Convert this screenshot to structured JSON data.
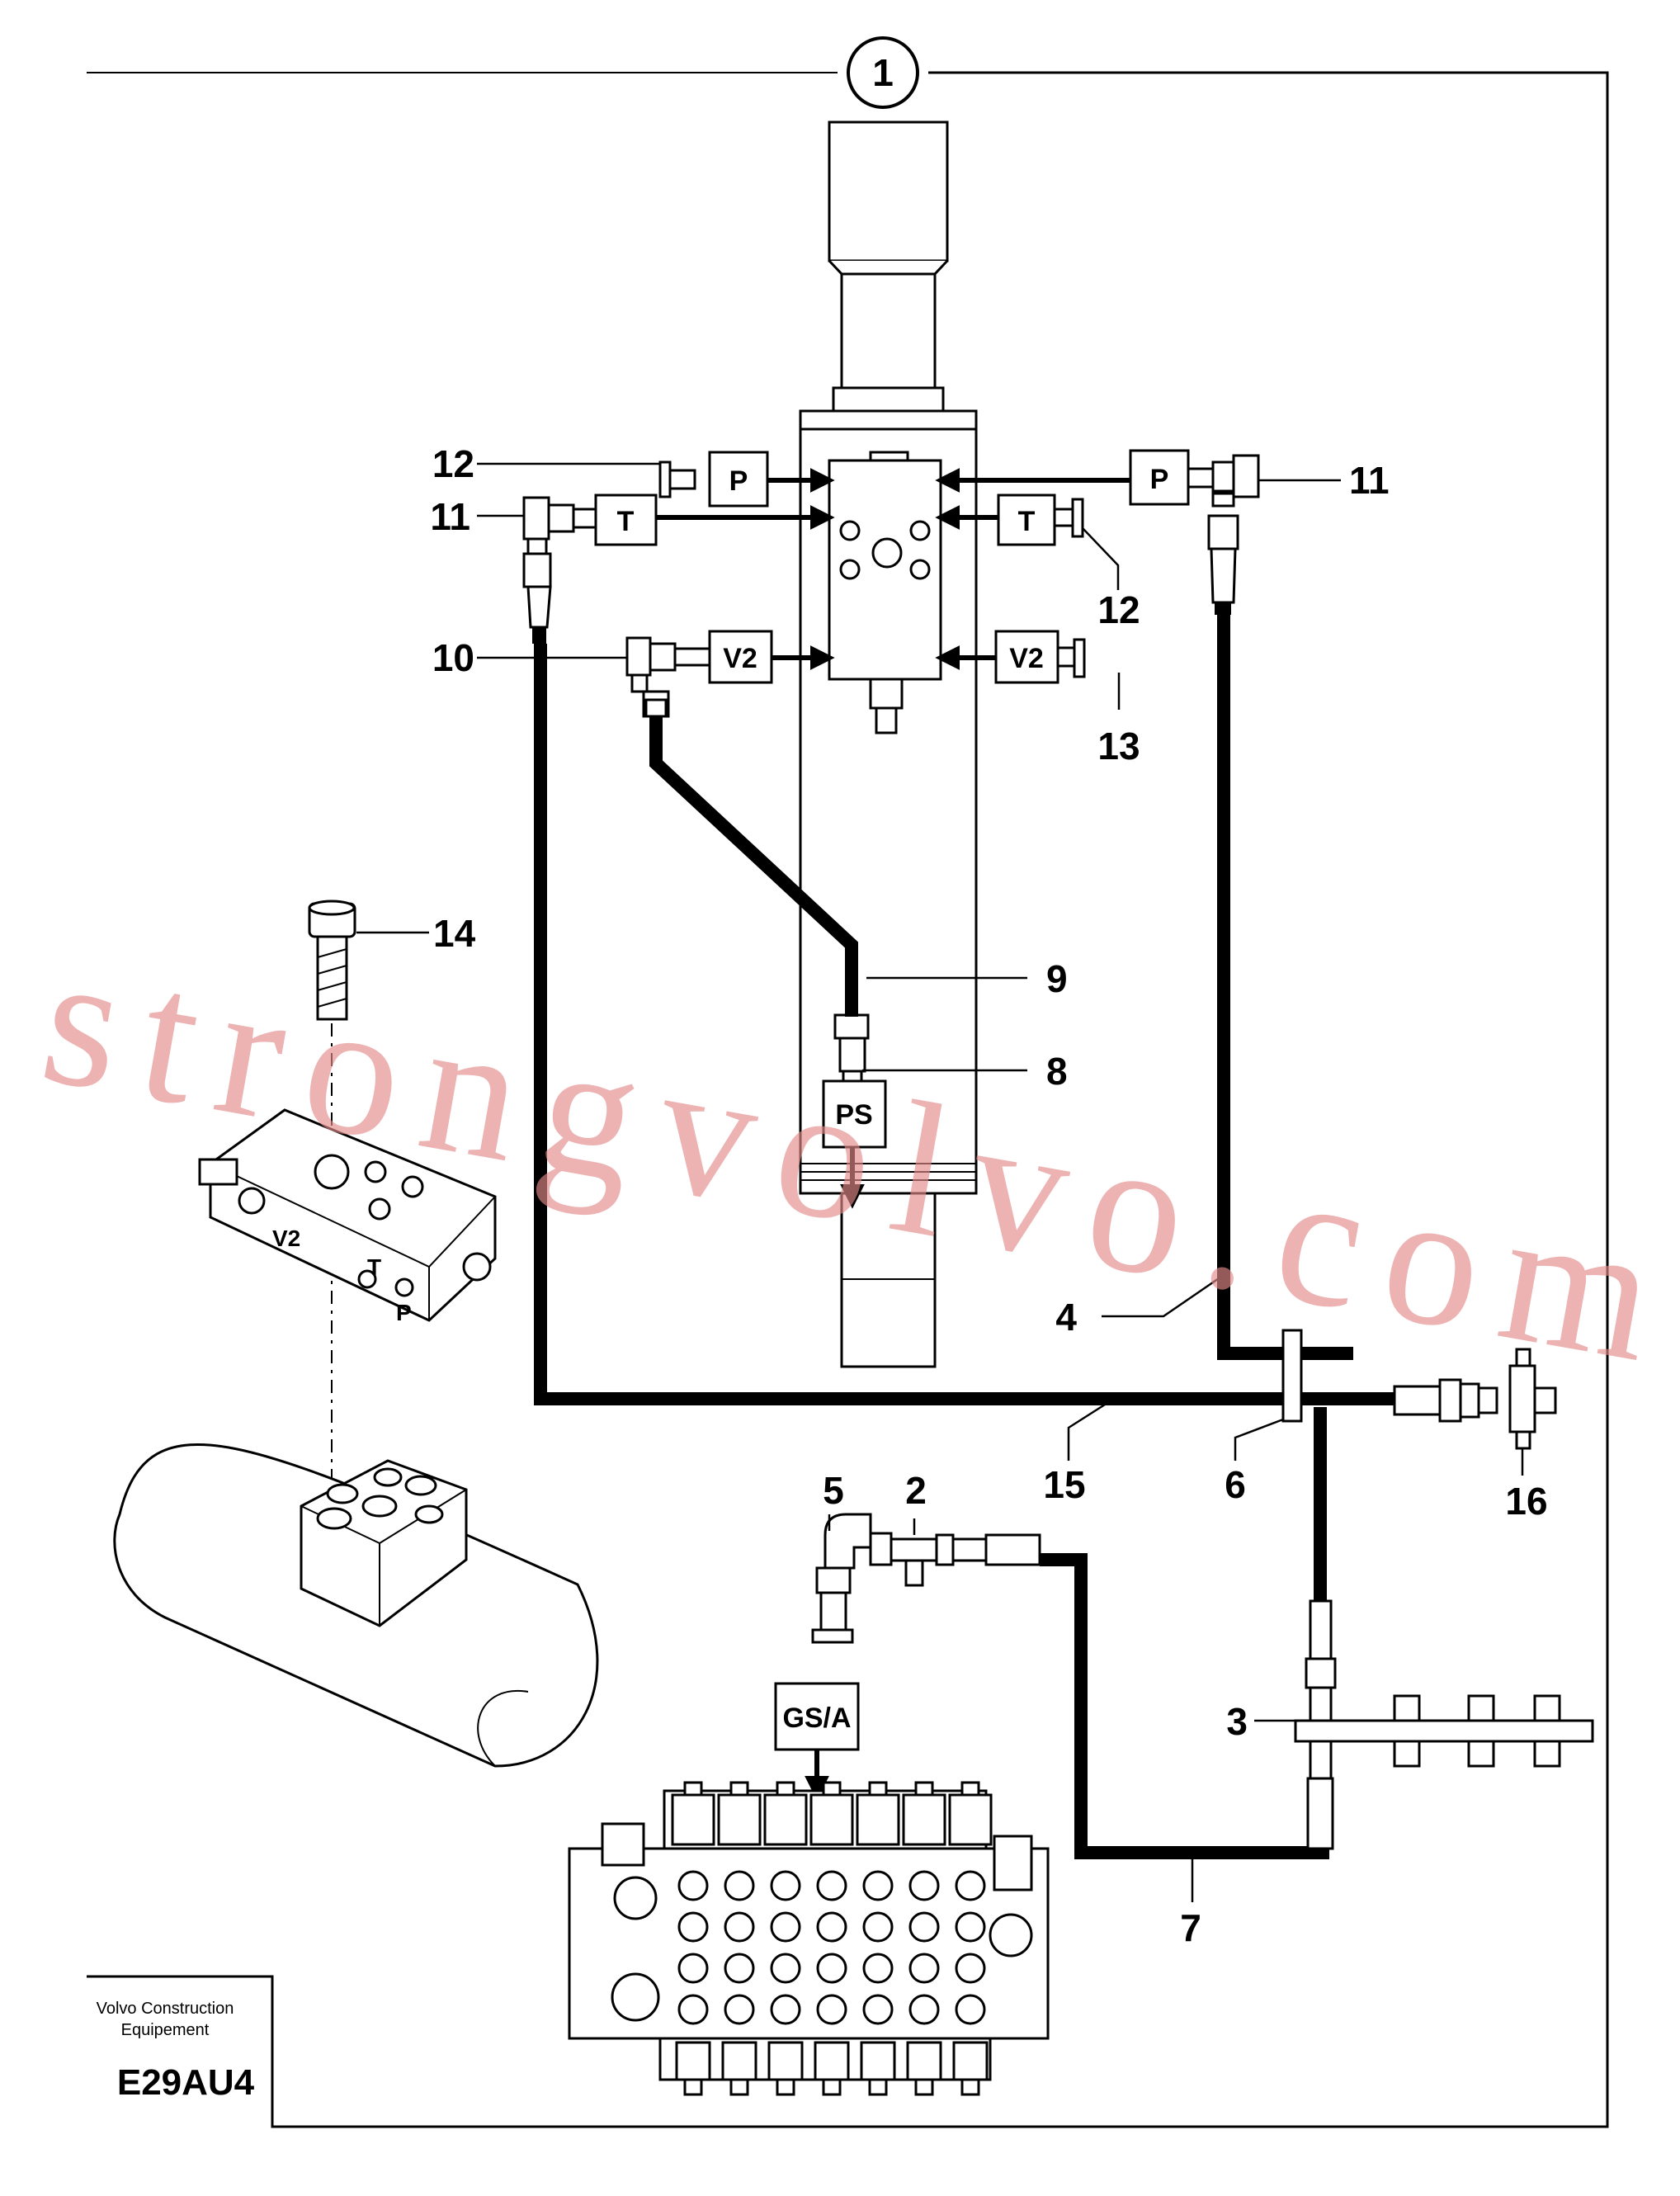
{
  "view_number": "1",
  "watermark": "strongvolvo.com",
  "title_block": {
    "company": "Volvo Construction",
    "company_line2": "Equipement",
    "code": "E29AU4"
  },
  "port_labels": {
    "p_left": "P",
    "p_right": "P",
    "t_left": "T",
    "t_right": "T",
    "v2_left": "V2",
    "v2_right": "V2",
    "ps": "PS",
    "gsa": "GS/A"
  },
  "block_markings": {
    "v2": "V2",
    "t": "T",
    "p": "P"
  },
  "callouts": {
    "c1": "1",
    "c2": "2",
    "c3": "3",
    "c4": "4",
    "c5": "5",
    "c6": "6",
    "c7": "7",
    "c8": "8",
    "c9": "9",
    "c10": "10",
    "c11_left": "11",
    "c11_right": "11",
    "c12_left": "12",
    "c12_right": "12",
    "c13": "13",
    "c14": "14",
    "c15": "15",
    "c16": "16"
  }
}
